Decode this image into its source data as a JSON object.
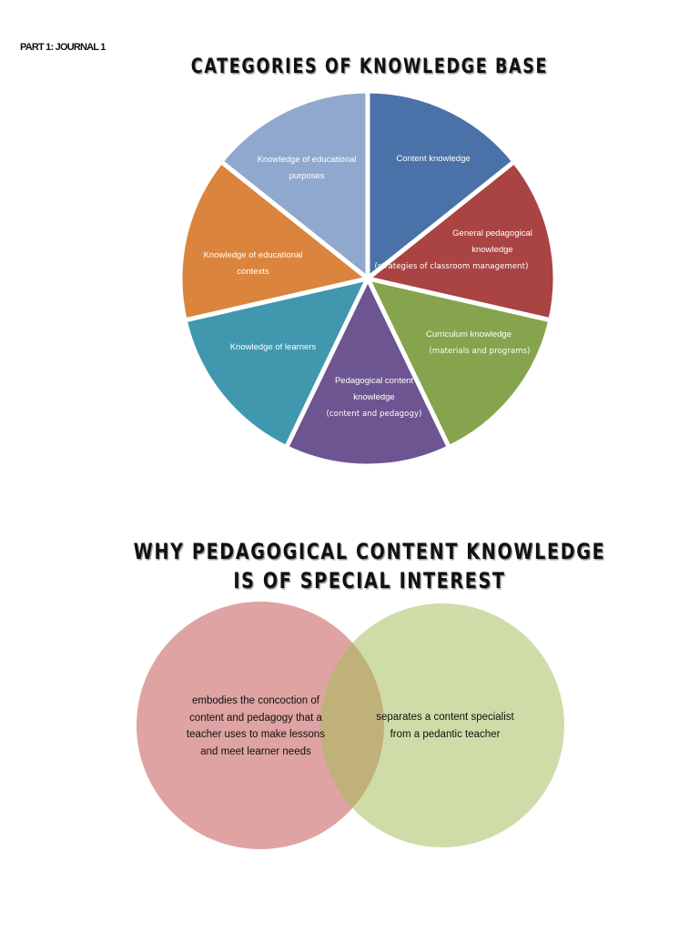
{
  "header": {
    "part_label": "PART 1: JOURNAL 1"
  },
  "pie_chart": {
    "title": "CATEGORIES OF KNOWLEDGE BASE",
    "slices": [
      {
        "label": "Content knowledge",
        "sub": "",
        "color": "#4a72a8"
      },
      {
        "label": "General pedagogical knowledge",
        "sub": "(strategies of classroom management)",
        "color": "#a94443"
      },
      {
        "label": "Curriculum knowledge",
        "sub": "(materials and programs)",
        "color": "#86a44d"
      },
      {
        "label": "Pedagogical content knowledge",
        "sub": "(content and pedagogy)",
        "color": "#6d5591"
      },
      {
        "label": "Knowledge of learners",
        "sub": "",
        "color": "#4097ae"
      },
      {
        "label": "Knowledge of educational contexts",
        "sub": "",
        "color": "#db843d"
      },
      {
        "label": "Knowledge of educational purposes",
        "sub": "",
        "color": "#91a8ce"
      }
    ]
  },
  "venn": {
    "title_line1": "WHY PEDAGOGICAL CONTENT KNOWLEDGE",
    "title_line2": "IS OF SPECIAL INTEREST",
    "left_text": "embodies the concoction of content and pedagogy that a teacher uses to make lessons and meet learner needs",
    "right_text": "separates a content specialist from a pedantic teacher",
    "left_color": "#dea3a2",
    "right_color": "#cedda8",
    "overlap_color": "#c0b07a"
  }
}
